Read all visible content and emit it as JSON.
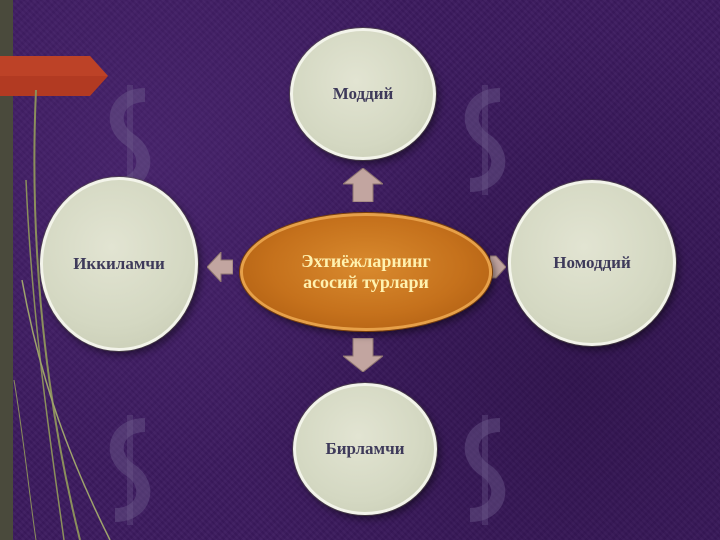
{
  "diagram": {
    "center": {
      "line1": "Эхтиёжларнинг",
      "line2": "асосий турлари"
    },
    "nodes": {
      "top": "Моддий",
      "right": "Номоддий",
      "bottom": "Бирламчи",
      "left": "Иккиламчи"
    },
    "colors": {
      "background": "#3b1a5e",
      "center_fill": "#c5711c",
      "center_text": "#fff2b0",
      "node_fill": "#d4d8c2",
      "node_text": "#3e3a5a",
      "arrow": "#c2a5a0",
      "accent_tab": "#b23a22"
    }
  }
}
